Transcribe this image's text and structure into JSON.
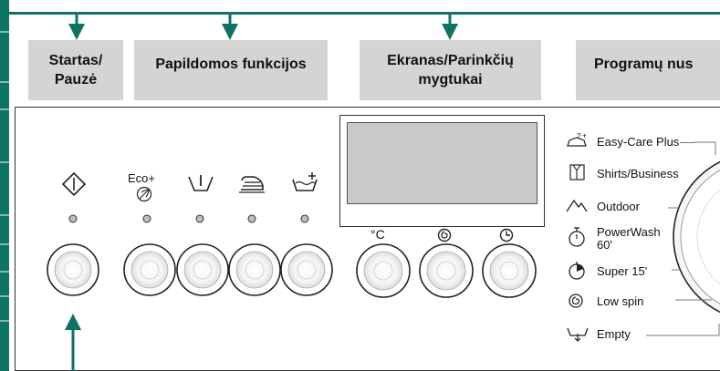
{
  "headers": {
    "start_pause": "Startas/\nPauzė",
    "extra_functions": "Papildomos funkcijos",
    "display_buttons": "Ekranas/Parinkčių\nmygtukai",
    "programs": "Programų nus"
  },
  "buttons": {
    "eco_plus_label": "Eco+",
    "temp_label": "°C"
  },
  "programs": [
    {
      "name": "Easy-Care Plus",
      "icon": "shirt-plus-icon"
    },
    {
      "name": "Shirts/Business",
      "icon": "shirt-icon"
    },
    {
      "name": "Outdoor",
      "icon": "mountain-icon"
    },
    {
      "name": "PowerWash\n60'",
      "icon": "stopwatch-icon"
    },
    {
      "name": "Super 15'",
      "icon": "timer-15-icon"
    },
    {
      "name": "Low spin",
      "icon": "spin-icon"
    },
    {
      "name": "Empty",
      "icon": "drain-icon"
    }
  ],
  "colors": {
    "accent": "#0d7363",
    "header_bg": "#d4d4d4",
    "display_bg": "#c9c9c9"
  }
}
